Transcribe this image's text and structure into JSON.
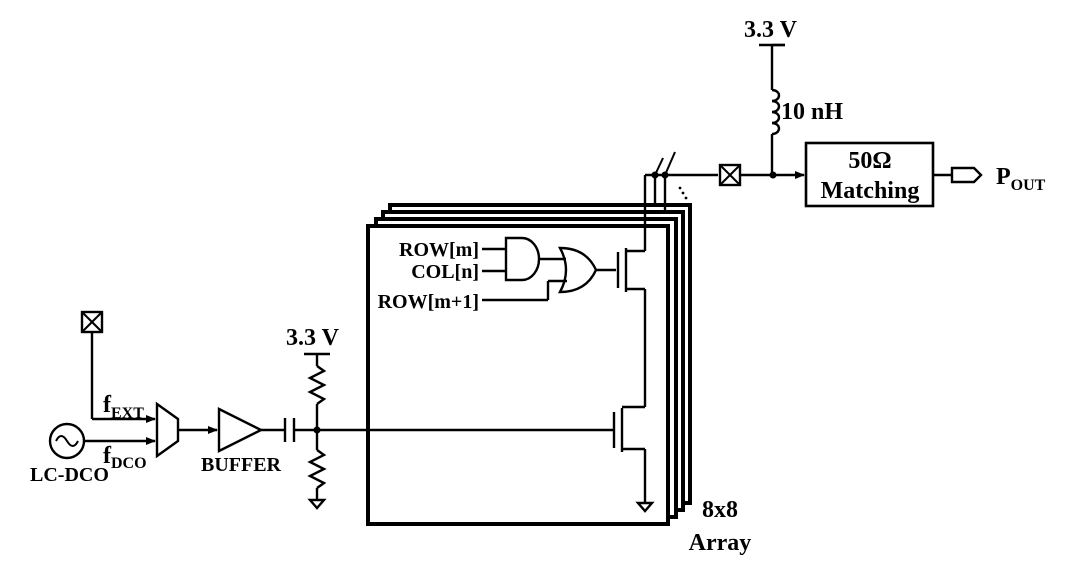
{
  "supply_top": "3.3 V",
  "inductor": "10 nH",
  "matching": {
    "line1": "50Ω",
    "line2": "Matching"
  },
  "output": {
    "main": "P",
    "sub": "OUT"
  },
  "logic_inputs": {
    "row": "ROW[m]",
    "col": "COL[n]",
    "row_next": "ROW[m+1]"
  },
  "supply_bias": "3.3 V",
  "mux_inputs": {
    "ext": {
      "main": "f",
      "sub": "EXT"
    },
    "dco": {
      "main": "f",
      "sub": "DCO"
    }
  },
  "oscillator": "LC-DCO",
  "buffer": "BUFFER",
  "array": {
    "line1": "8x8",
    "line2": "Array"
  }
}
